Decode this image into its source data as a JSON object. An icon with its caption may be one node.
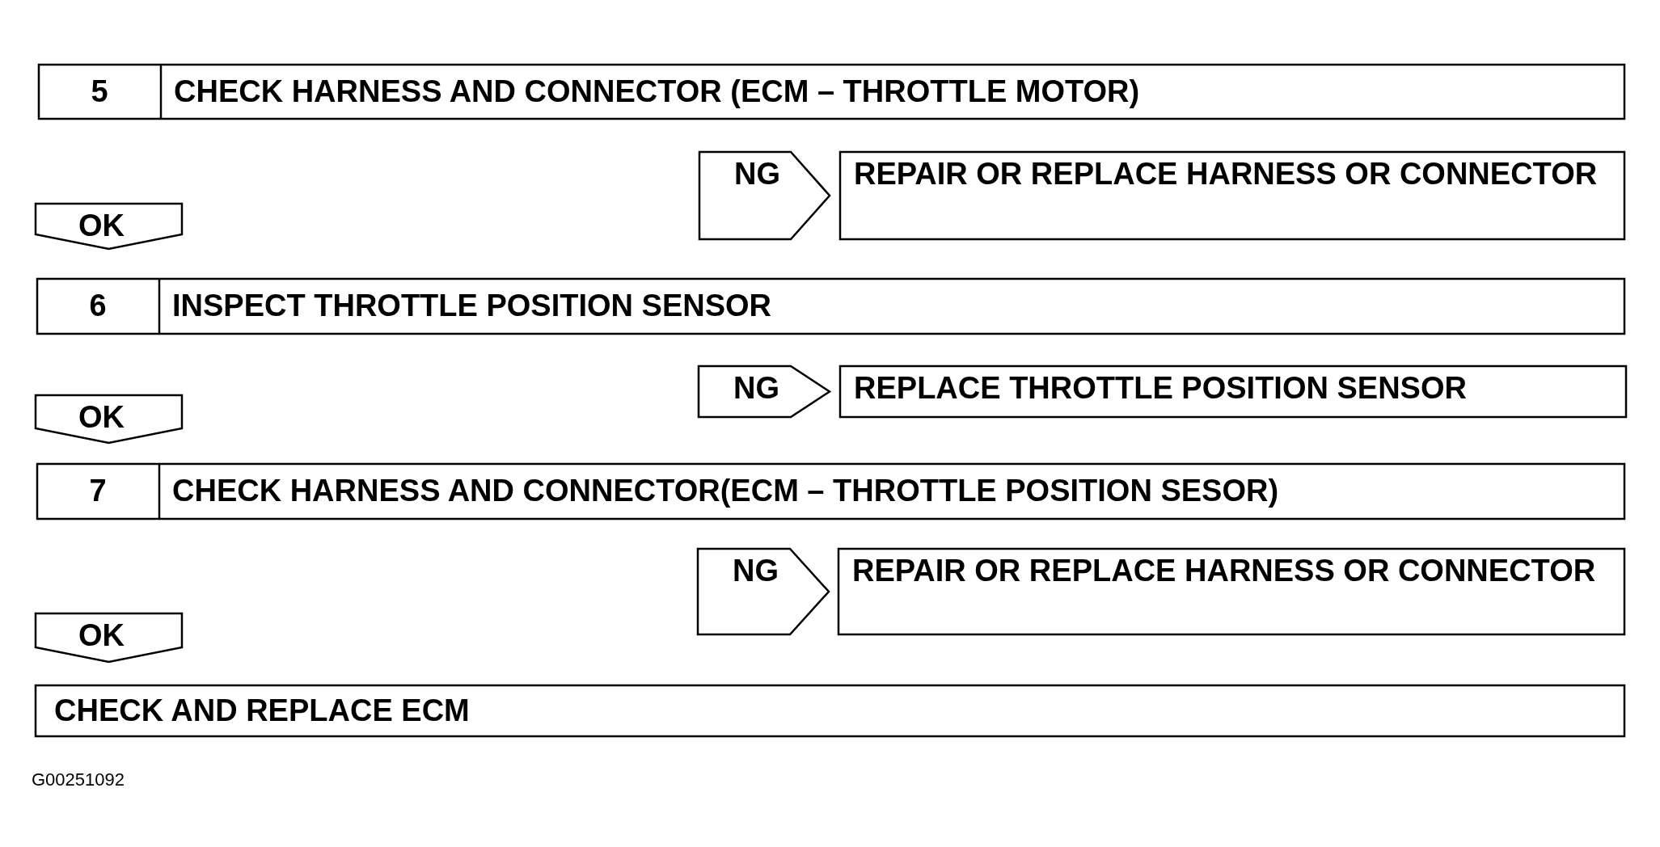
{
  "diagram": {
    "nodes": [
      {
        "text": [
          "5",
          "CHECK HARNESS AND CONNECTOR (ECM – THROTTLE MOTOR)"
        ]
      },
      {
        "text": [
          "NG"
        ]
      },
      {
        "text": [
          "REPAIR OR REPLACE HARNESS OR CONNECTOR"
        ]
      },
      {
        "text": [
          "OK"
        ]
      },
      {
        "text": [
          "6",
          "INSPECT THROTTLE POSITION SENSOR"
        ]
      },
      {
        "text": [
          "NG"
        ]
      },
      {
        "text": [
          "REPLACE THROTTLE POSITION SENSOR"
        ]
      },
      {
        "text": [
          "OK"
        ]
      },
      {
        "text": [
          "7",
          "CHECK HARNESS AND CONNECTOR(ECM – THROTTLE POSITION SESOR)"
        ]
      },
      {
        "text": [
          "NG"
        ]
      },
      {
        "text": [
          "REPAIR OR REPLACE HARNESS OR CONNECTOR"
        ]
      },
      {
        "text": [
          "OK"
        ]
      },
      {
        "text": [
          "CHECK AND REPLACE ECM"
        ]
      }
    ],
    "labels": [
      "G00251092"
    ]
  }
}
